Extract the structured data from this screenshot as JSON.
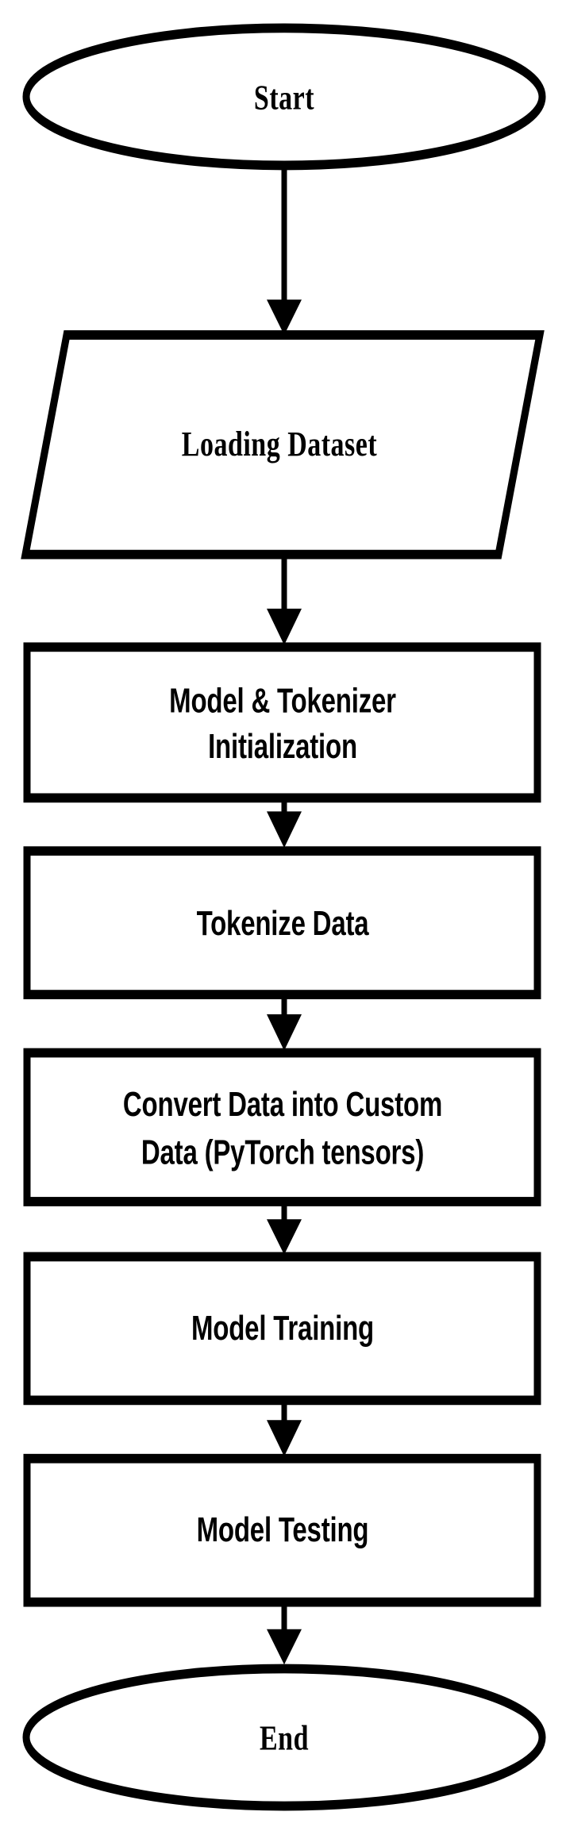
{
  "diagram": {
    "title": "Model training pipeline flowchart",
    "background_color": "#FFFFFF",
    "stroke_color": "#000000",
    "fill_color": "#FFFFFF",
    "orientation": "top-to-bottom",
    "nodes": [
      {
        "id": "start",
        "label": "Start",
        "shape": "ellipse",
        "font_style": "serif-bold",
        "lines": [
          "Start"
        ]
      },
      {
        "id": "loading-dataset",
        "label": "Loading Dataset",
        "shape": "parallelogram",
        "font_style": "serif-bold",
        "lines": [
          "Loading Dataset"
        ]
      },
      {
        "id": "model-tokenizer-initialization",
        "label": "Model & Tokenizer Initialization",
        "shape": "rectangle",
        "font_style": "sans-bold",
        "lines": [
          "Model & Tokenizer",
          "Initialization"
        ]
      },
      {
        "id": "tokenize-data",
        "label": "Tokenize Data",
        "shape": "rectangle",
        "font_style": "sans-bold",
        "lines": [
          "Tokenize Data"
        ]
      },
      {
        "id": "convert-data",
        "label": "Convert Data into Custom Data (PyTorch tensors)",
        "shape": "rectangle",
        "font_style": "sans-bold",
        "lines": [
          "Convert Data into Custom",
          "Data (PyTorch tensors)"
        ]
      },
      {
        "id": "model-training",
        "label": "Model Training",
        "shape": "rectangle",
        "font_style": "sans-bold",
        "lines": [
          "Model Training"
        ]
      },
      {
        "id": "model-testing",
        "label": "Model Testing",
        "shape": "rectangle",
        "font_style": "sans-bold",
        "lines": [
          "Model Testing"
        ]
      },
      {
        "id": "end",
        "label": "End",
        "shape": "ellipse",
        "font_style": "serif-bold",
        "lines": [
          "End"
        ]
      }
    ],
    "edges": [
      {
        "from": "start",
        "to": "loading-dataset",
        "arrow": "down"
      },
      {
        "from": "loading-dataset",
        "to": "model-tokenizer-initialization",
        "arrow": "down"
      },
      {
        "from": "model-tokenizer-initialization",
        "to": "tokenize-data",
        "arrow": "down"
      },
      {
        "from": "tokenize-data",
        "to": "convert-data",
        "arrow": "down"
      },
      {
        "from": "convert-data",
        "to": "model-training",
        "arrow": "down"
      },
      {
        "from": "model-training",
        "to": "model-testing",
        "arrow": "down"
      },
      {
        "from": "model-testing",
        "to": "end",
        "arrow": "down"
      }
    ]
  }
}
